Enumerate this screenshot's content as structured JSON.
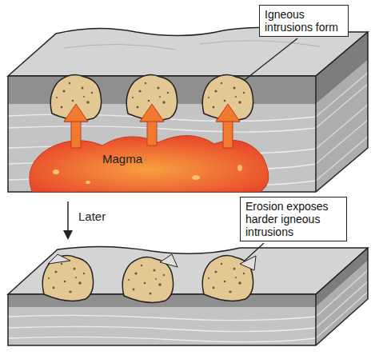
{
  "diagram": {
    "nodes": [
      {
        "text": [
          "Igneous intrusions form"
        ]
      },
      {
        "text": [
          "Erosion exposes harder igneous intrusions"
        ]
      }
    ],
    "labels": [
      "Magma",
      "Later"
    ]
  }
}
